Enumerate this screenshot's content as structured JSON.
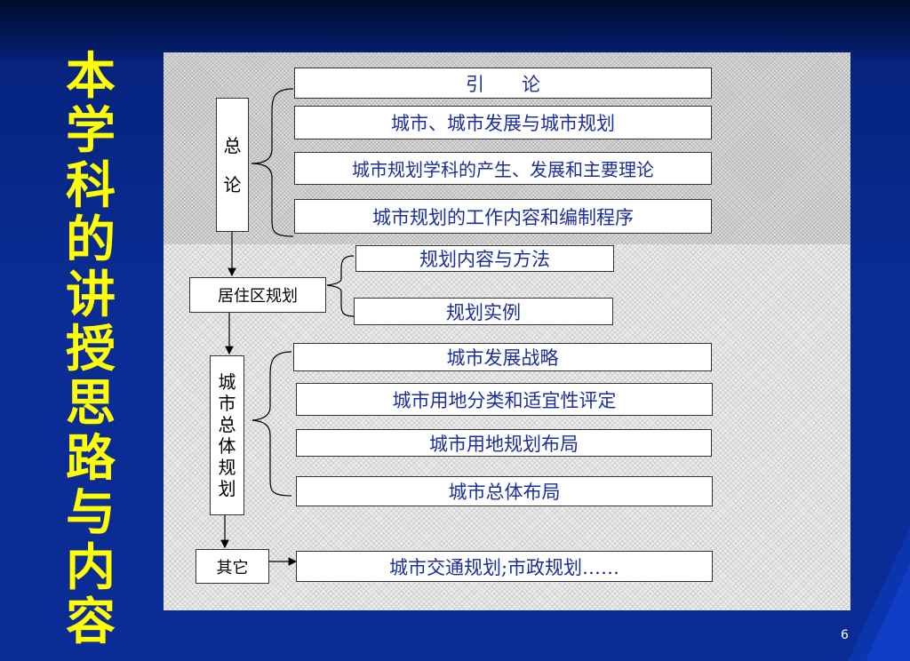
{
  "title_chars": [
    "本",
    "学",
    "科",
    "的",
    "讲",
    "授",
    "思",
    "路",
    "与",
    "内",
    "容"
  ],
  "groups": {
    "zonglun": {
      "label_chars": [
        "总",
        "论"
      ]
    },
    "juzhu": {
      "label": "居住区规划"
    },
    "zongti": {
      "label_chars": [
        "城",
        "市",
        "总",
        "体",
        "规",
        "划"
      ]
    },
    "qita": {
      "label": "其它"
    }
  },
  "topics": {
    "yinlun": "引　　论",
    "chengshi_fazhan": "城市、城市发展与城市规划",
    "xueke": "城市规划学科的产生、发展和主要理论",
    "gongzuo": "城市规划的工作内容和编制程序",
    "neirong": "规划内容与方法",
    "shili": "规划实例",
    "zhanlue": "城市发展战略",
    "yongdi_fenlei": "城市用地分类和适宜性评定",
    "yongdi_buju": "城市用地规划布局",
    "zongti_buju": "城市总体布局",
    "jiaotong": "城市交通规划;市政规划……"
  },
  "page_number": "6",
  "colors": {
    "title": "#ffff00",
    "box_text": "#1b2f9c",
    "background": "#0a2c94"
  }
}
